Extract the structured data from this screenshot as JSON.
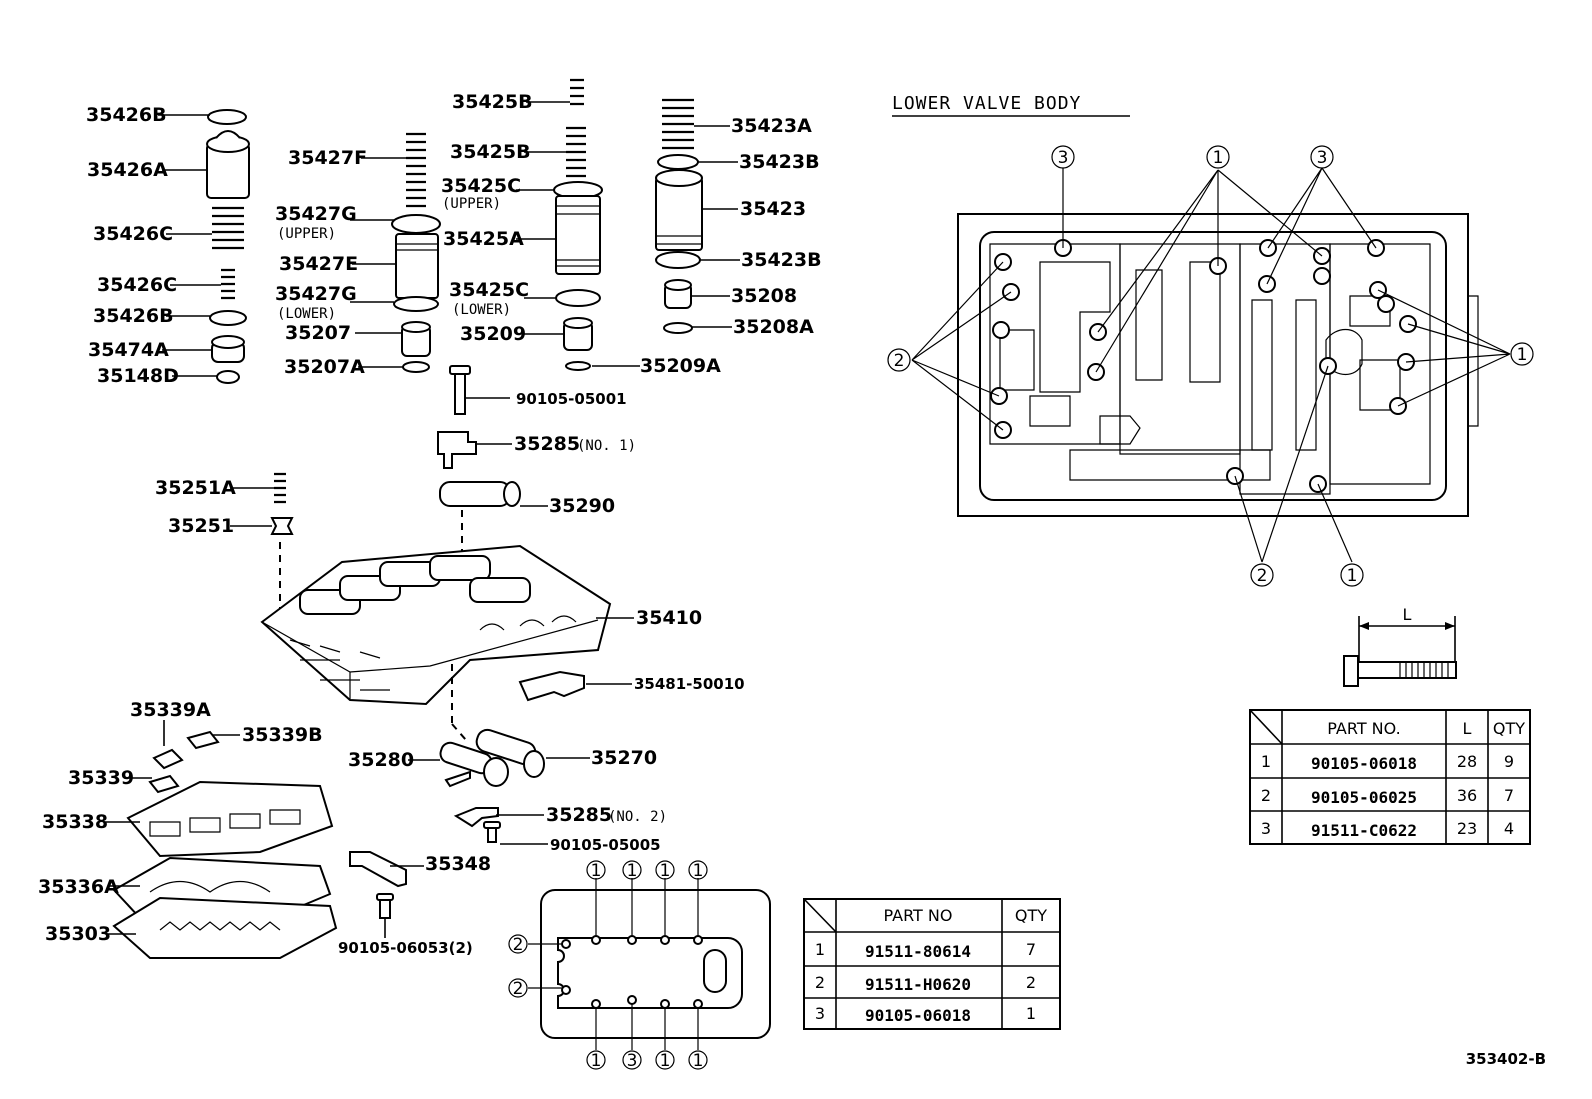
{
  "diagram_code": "353402-B",
  "lower_valve_body_title": "LOWER VALVE BODY",
  "callouts": {
    "c35426B_1": "35426B",
    "c35426A": "35426A",
    "c35426C_1": "35426C",
    "c35426C_2": "35426C",
    "c35426B_2": "35426B",
    "c35474A": "35474A",
    "c35148D": "35148D",
    "c35427F": "35427F",
    "c35427G_1": "35427G",
    "c35427G_1_sub": "(UPPER)",
    "c35427E": "35427E",
    "c35427G_2": "35427G",
    "c35427G_2_sub": "(LOWER)",
    "c35207": "35207",
    "c35207A": "35207A",
    "c35425B_1": "35425B",
    "c35425B_2": "35425B",
    "c35425C_1": "35425C",
    "c35425C_1_sub": "(UPPER)",
    "c35425A": "35425A",
    "c35425C_2": "35425C",
    "c35425C_2_sub": "(LOWER)",
    "c35209": "35209",
    "c35209A": "35209A",
    "c35423A": "35423A",
    "c35423B_1": "35423B",
    "c35423": "35423",
    "c35423B_2": "35423B",
    "c35208": "35208",
    "c35208A": "35208A",
    "c90105_05001": "90105-05001",
    "c35285_1": "35285",
    "c35285_1_sub": "(NO. 1)",
    "c35290": "35290",
    "c35251A": "35251A",
    "c35251": "35251",
    "c35410": "35410",
    "c35481_50010": "35481-50010",
    "c35339A": "35339A",
    "c35339B": "35339B",
    "c35339": "35339",
    "c35338": "35338",
    "c35280": "35280",
    "c35270": "35270",
    "c35285_2": "35285",
    "c35285_2_sub": "(NO. 2)",
    "c90105_05005": "90105-05005",
    "c35348": "35348",
    "c35336A": "35336A",
    "c35303": "35303",
    "c90105_06053": "90105-06053(2)"
  },
  "circle_marks": {
    "one": "1",
    "two": "2",
    "three": "3"
  },
  "bolt_dimension_label": "L",
  "table_right": {
    "headers": {
      "part": "PART NO.",
      "length": "L",
      "qty": "QTY"
    },
    "rows": [
      {
        "idx": "1",
        "part": "90105-06018",
        "length": "28",
        "qty": "9"
      },
      {
        "idx": "2",
        "part": "90105-06025",
        "length": "36",
        "qty": "7"
      },
      {
        "idx": "3",
        "part": "91511-C0622",
        "length": "23",
        "qty": "4"
      }
    ]
  },
  "table_bottom": {
    "headers": {
      "part": "PART NO",
      "qty": "QTY"
    },
    "rows": [
      {
        "idx": "1",
        "part": "91511-80614",
        "qty": "7"
      },
      {
        "idx": "2",
        "part": "91511-H0620",
        "qty": "2"
      },
      {
        "idx": "3",
        "part": "90105-06018",
        "qty": "1"
      }
    ]
  }
}
